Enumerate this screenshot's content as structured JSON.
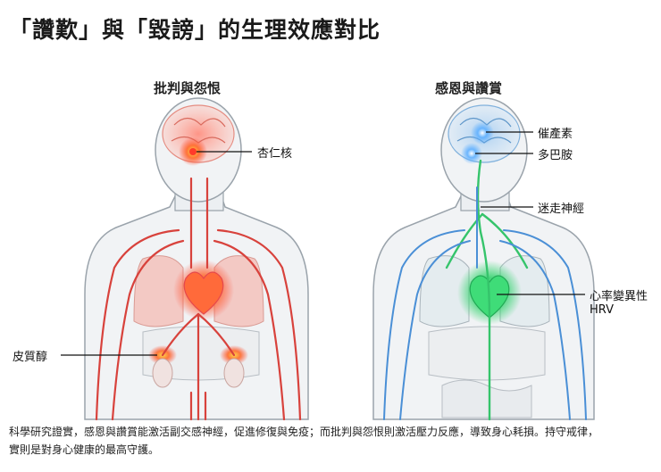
{
  "title": "「讚歎」與「毀謗」的生理效應對比",
  "panels": {
    "left": {
      "title": "批判與怨恨",
      "labels": {
        "amygdala": "杏仁核",
        "cortisol": "皮質醇"
      }
    },
    "right": {
      "title": "感恩與讚賞",
      "labels": {
        "oxytocin": "催產素",
        "dopamine": "多巴胺",
        "vagus": "迷走神經",
        "hrv_line1": "心率變異性",
        "hrv_line2": "HRV"
      }
    }
  },
  "caption": {
    "line1": "科學研究證實，感恩與讚賞能激活副交感神經，促進修復與免疫；而批判與怨恨則激活壓力反應，導致身心耗損。持守戒律，",
    "line2": "實則是對身心健康的最高守護。"
  },
  "colors": {
    "stress": "#e5484d",
    "stress_glow": "#ff7a3d",
    "calm_blue": "#4a8fd6",
    "calm_green": "#2fcf6a",
    "body_fill": "#eef2f5",
    "outline": "#9aa3ab"
  }
}
